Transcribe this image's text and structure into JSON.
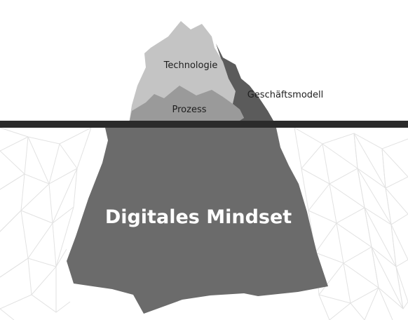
{
  "layers": {
    "top": {
      "label": "Technologie",
      "color": "#c4c4c4"
    },
    "middle": {
      "label": "Prozess",
      "color": "#9a9a9a"
    },
    "right": {
      "label": "Geschäftsmodell",
      "color": "#5b5b5b"
    },
    "base": {
      "label": "Digitales Mindset",
      "color": "#6b6b6b"
    }
  },
  "colors": {
    "waterline": "#2b2b2b",
    "mesh": "#e2e2e2",
    "background": "#ffffff"
  }
}
